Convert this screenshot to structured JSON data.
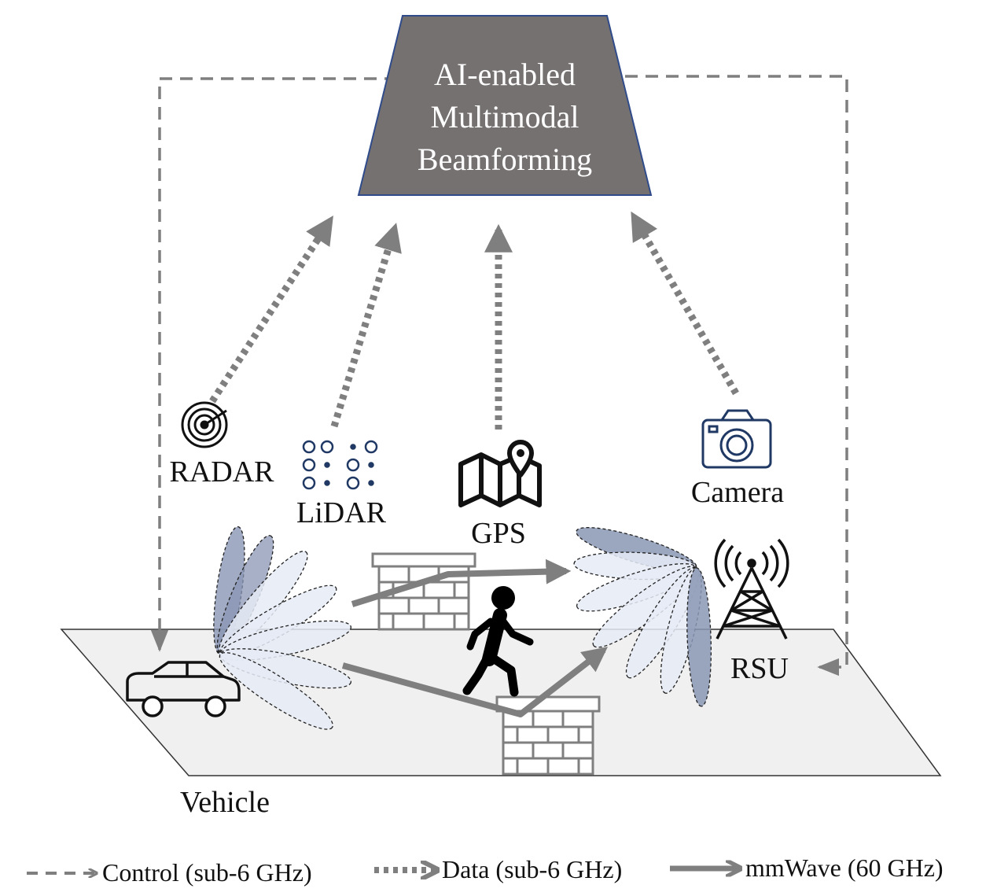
{
  "hub": {
    "line1": "AI-enabled",
    "line2": "Multimodal",
    "line3": "Beamforming"
  },
  "sensors": {
    "radar": "RADAR",
    "lidar": "LiDAR",
    "gps": "GPS",
    "camera": "Camera"
  },
  "nodes": {
    "vehicle": "Vehicle",
    "rsu": "RSU"
  },
  "legend": {
    "control": "Control (sub-6 GHz)",
    "data": "Data (sub-6 GHz)",
    "mmwave": "mmWave (60 GHz)"
  },
  "icons": [
    "radar-icon",
    "lidar-icon",
    "gps-map-icon",
    "camera-icon",
    "car-icon",
    "cell-tower-icon",
    "pedestrian-icon",
    "brick-wall-icon"
  ],
  "colors": {
    "hub_fill": "#767171",
    "hub_border": "#2f4b8a",
    "arrow_gray": "#7f7f7f",
    "lobe_dark": "#8a96b4",
    "lobe_light": "#e6ebf6",
    "ground": "#f0f0f0",
    "icon_navy": "#1f3864"
  }
}
